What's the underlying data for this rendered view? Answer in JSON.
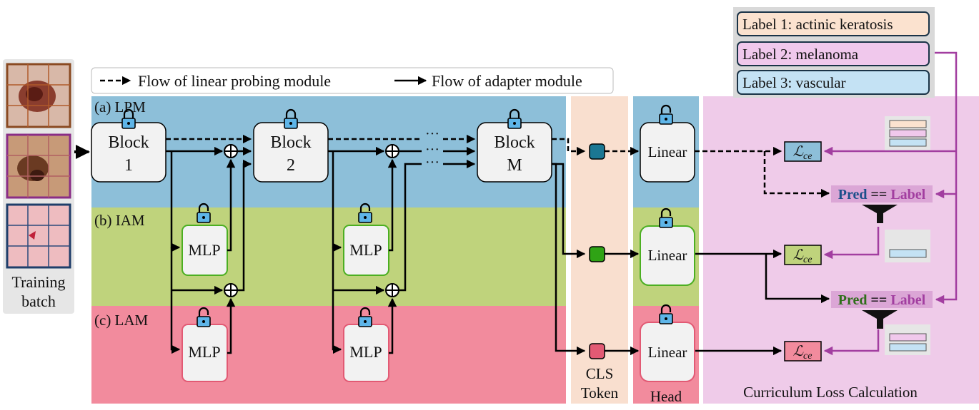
{
  "legend": {
    "dashed_label": "Flow of linear probing module",
    "solid_label": "Flow of adapter module"
  },
  "training": {
    "caption_line1": "Training",
    "caption_line2": "batch"
  },
  "rows": {
    "lpm_label": "(a) LPM",
    "iam_label": "(b) IAM",
    "lam_label": "(c) LAM"
  },
  "blocks": [
    {
      "line1": "Block",
      "line2": "1"
    },
    {
      "line1": "Block",
      "line2": "2"
    },
    {
      "line1": "Block",
      "line2": "M"
    }
  ],
  "mlp_label": "MLP",
  "ellipsis": "···",
  "cls": {
    "line1": "CLS",
    "line2": "Token"
  },
  "head": {
    "caption": "Head",
    "linear_label": "Linear"
  },
  "loss": {
    "caption": "Curriculum Loss Calculation",
    "loss_symbol": "ℒ",
    "loss_subscript": "ce"
  },
  "pred_label": {
    "pred": "Pred",
    "eq": " == ",
    "label": "Label"
  },
  "labels": [
    {
      "text": "Label 1: actinic keratosis",
      "color": "#fbe2cf"
    },
    {
      "text": "Label 2: melanoma",
      "color": "#f0c8ec"
    },
    {
      "text": "Label 3: vascular",
      "color": "#c4e2f4"
    }
  ],
  "colors": {
    "lpm_bg": "#8dbfd9",
    "iam_bg": "#bfd37c",
    "lam_bg": "#f28b9d",
    "cls_bg": "#f9dfcf",
    "loss_bg": "#efcbe9",
    "arrow_purple": "#a23ea0",
    "token_blue": "#1b7793",
    "token_green": "#2fa315",
    "token_red": "#e25a74"
  }
}
